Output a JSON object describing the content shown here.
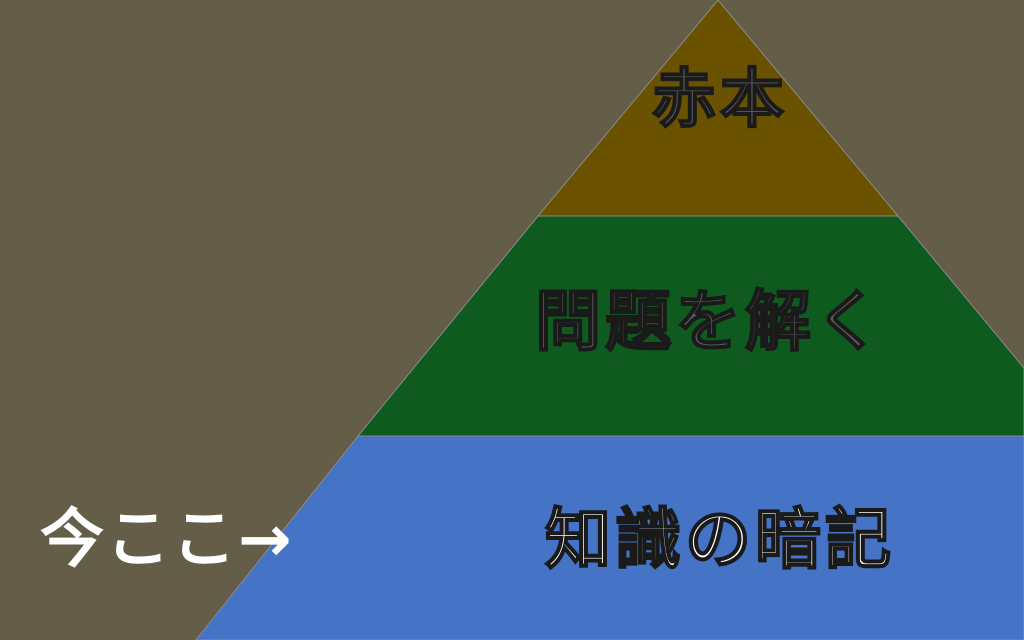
{
  "diagram": {
    "background_color": "#645d47",
    "tiers": [
      {
        "label": "赤本",
        "color": "#6b5200"
      },
      {
        "label": "問題を解く",
        "color": "#0f5b1f"
      },
      {
        "label": "知識の暗記",
        "color": "#4573c5"
      }
    ],
    "marker": {
      "text": "今ここ→"
    }
  }
}
